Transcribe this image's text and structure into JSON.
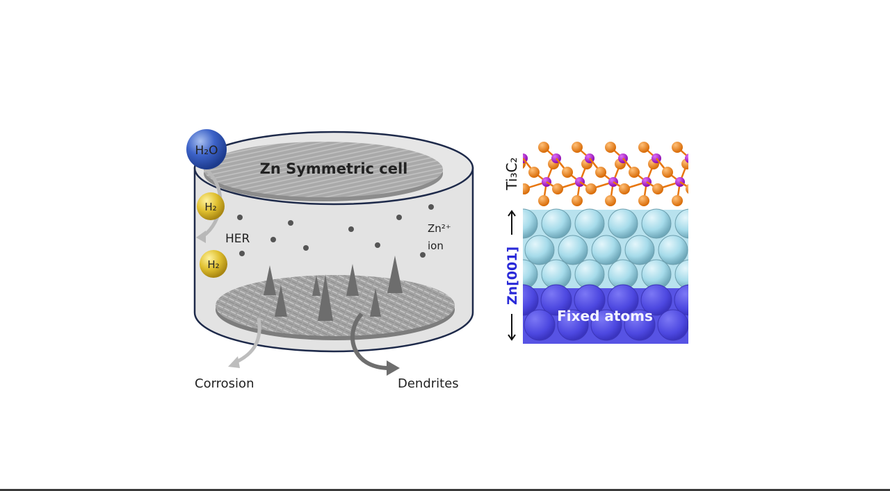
{
  "cell": {
    "title": "Zn Symmetric cell",
    "water": "H₂O",
    "hydrogen_1": "H₂",
    "hydrogen_2": "H₂",
    "her": "HER",
    "zn_ion_1": "Zn²⁺",
    "zn_ion_2": "ion",
    "corrosion": "Corrosion",
    "dendrites": "Dendrites"
  },
  "structure": {
    "ti3c2": "Ti₃C₂",
    "zn001": "Zn[001]",
    "fixed_atoms": "Fixed atoms"
  },
  "colors": {
    "ti": "#e8760f",
    "c": "#a514c8",
    "zn_light": "#a9dcec",
    "zn_fixed": "#5a55e6",
    "zn_label": "#2a2ad8"
  }
}
